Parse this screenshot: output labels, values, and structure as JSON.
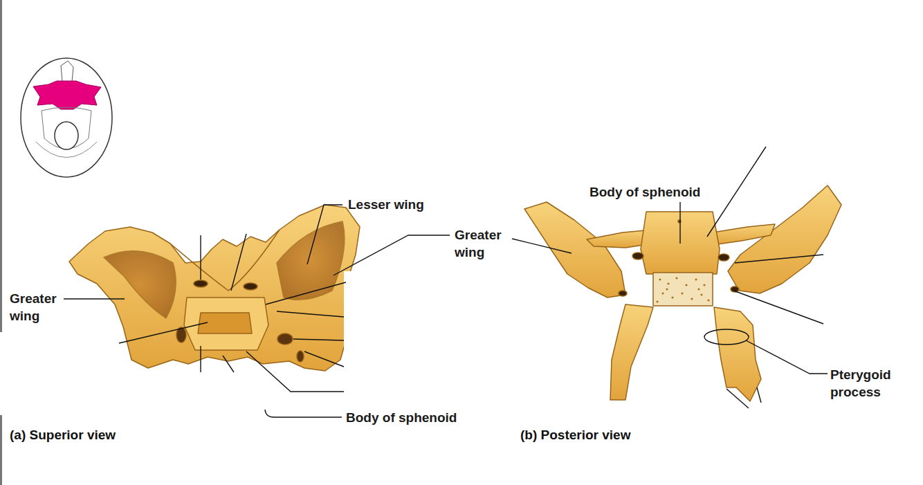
{
  "diagram": {
    "labels": [
      "Lesser wing",
      "Greater wing",
      "Greater wing",
      "Body of sphenoid",
      "(a) Superior view",
      "Body of sphenoid",
      "Pterygoid process",
      "(b) Posterior view"
    ]
  }
}
